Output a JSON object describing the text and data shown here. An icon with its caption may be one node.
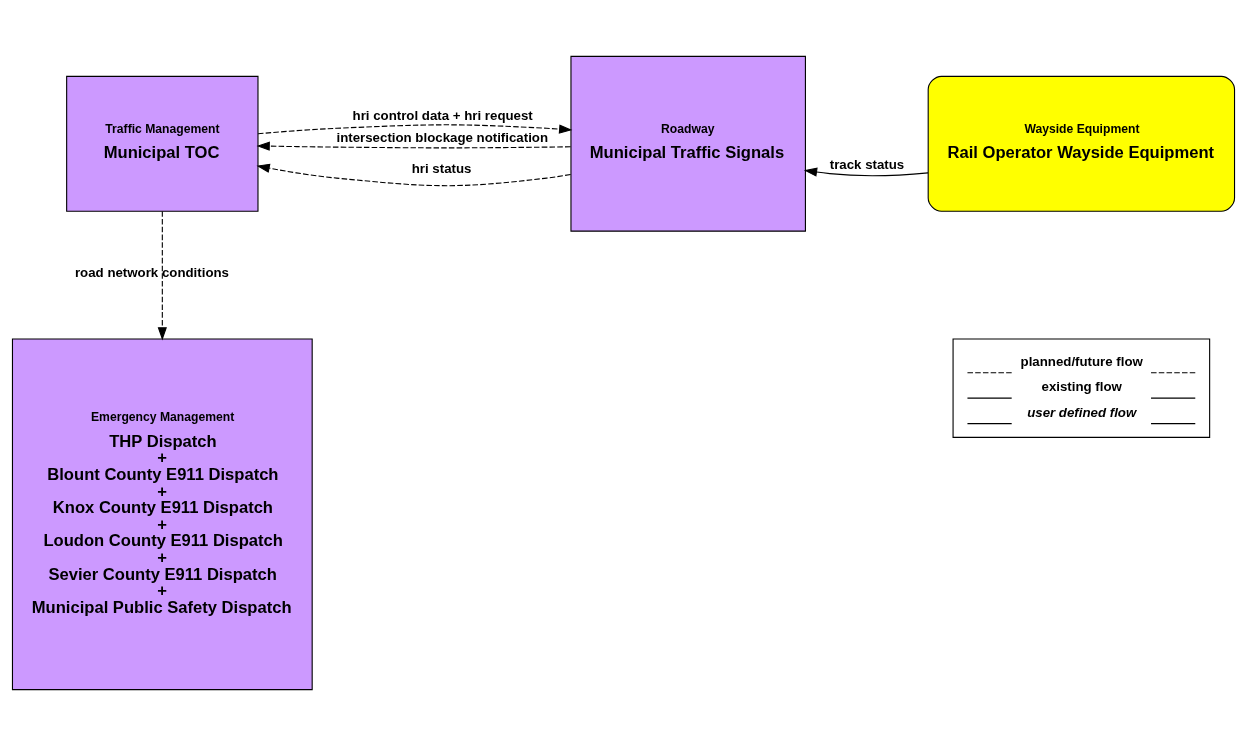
{
  "diagram": {
    "nodes": [
      {
        "text": [
          "Traffic Management",
          "Municipal TOC"
        ]
      },
      {
        "text": [
          "Roadway",
          "Municipal Traffic Signals"
        ]
      },
      {
        "text": [
          "Wayside Equipment",
          "Rail Operator Wayside Equipment"
        ]
      },
      {
        "text": [
          "Emergency Management",
          "THP Dispatch + Blount County E911 Dispatch + Knox County E911 Dispatch + Loudon County E911 Dispatch + Sevier County E911 Dispatch + Municipal Public Safety Dispatch"
        ]
      }
    ],
    "edges": [
      {
        "from": 1,
        "to": 0,
        "arrow": "to",
        "label": "intersection blockage notification",
        "style": "dashed"
      },
      {
        "from": 1,
        "to": 0,
        "arrow": "to",
        "label": "hri status",
        "style": "dashed"
      },
      {
        "from": 0,
        "to": 1,
        "arrow": "to",
        "label": "hri control data + hri request",
        "style": "dashed"
      },
      {
        "from": 2,
        "to": 1,
        "arrow": "to",
        "label": "track status"
      },
      {
        "from": 0,
        "to": 3,
        "arrow": "to",
        "label": "road network conditions",
        "style": "dashed"
      }
    ],
    "legend": [
      {
        "text": "planned/future flow"
      },
      {
        "text": "existing flow"
      },
      {
        "text": "user defined flow"
      }
    ]
  }
}
